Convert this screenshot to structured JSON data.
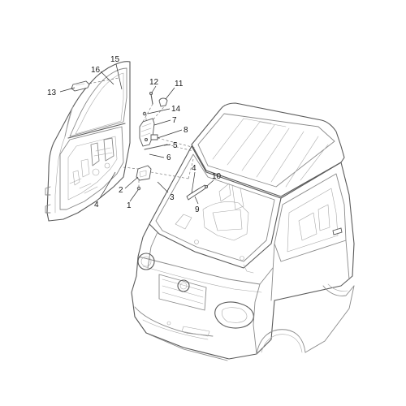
{
  "callouts": [
    {
      "id": "1",
      "label": "1"
    },
    {
      "id": "2",
      "label": "2"
    },
    {
      "id": "3",
      "label": "3"
    },
    {
      "id": "4a",
      "label": "4"
    },
    {
      "id": "4b",
      "label": "4"
    },
    {
      "id": "5",
      "label": "5"
    },
    {
      "id": "6",
      "label": "6"
    },
    {
      "id": "7",
      "label": "7"
    },
    {
      "id": "8",
      "label": "8"
    },
    {
      "id": "9",
      "label": "9"
    },
    {
      "id": "10",
      "label": "10"
    },
    {
      "id": "11",
      "label": "11"
    },
    {
      "id": "12",
      "label": "12"
    },
    {
      "id": "13",
      "label": "13"
    },
    {
      "id": "14",
      "label": "14"
    },
    {
      "id": "15",
      "label": "15"
    },
    {
      "id": "16",
      "label": "16"
    }
  ],
  "colors": {
    "line": "#8a8a8a",
    "leader": "#333333",
    "text": "#1a1a1a",
    "background": "#ffffff"
  }
}
